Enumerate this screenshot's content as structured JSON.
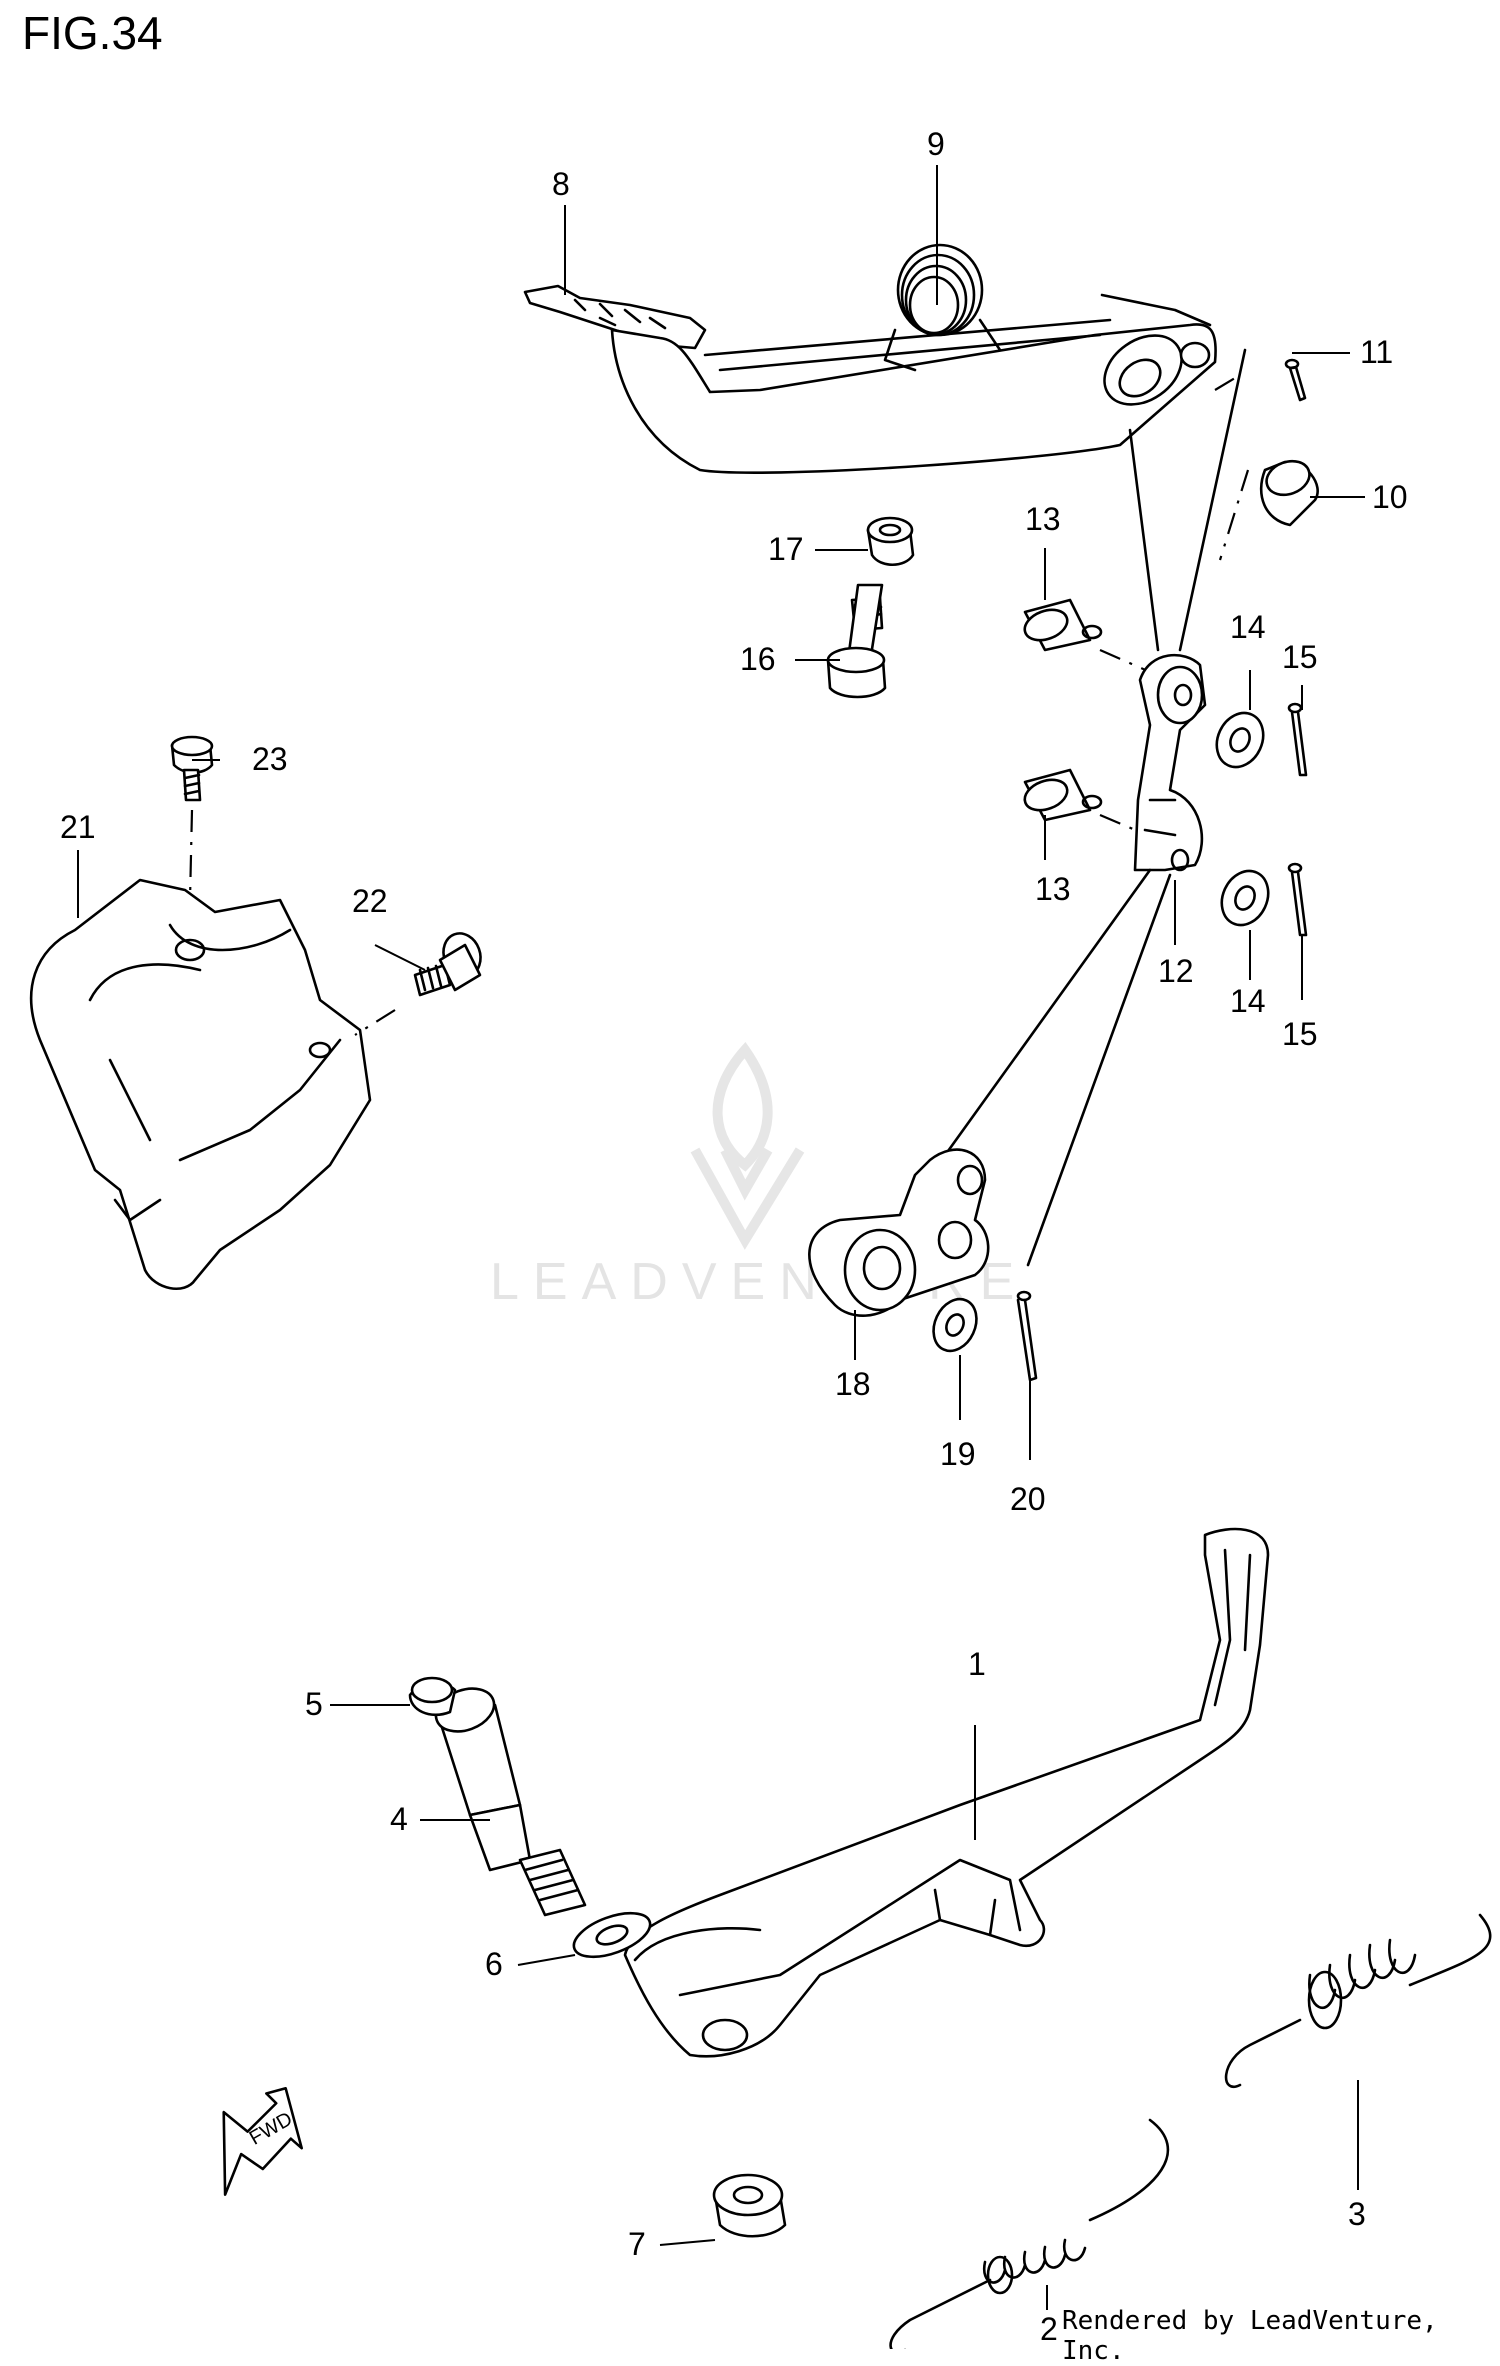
{
  "figure": {
    "title": "FIG.34",
    "credit": "Rendered by LeadVenture, Inc.",
    "watermark": "LEADVENTURE",
    "fwd_label": "FWD"
  },
  "callouts": [
    {
      "id": "1",
      "label": "1"
    },
    {
      "id": "2",
      "label": "2"
    },
    {
      "id": "3",
      "label": "3"
    },
    {
      "id": "4",
      "label": "4"
    },
    {
      "id": "5",
      "label": "5"
    },
    {
      "id": "6",
      "label": "6"
    },
    {
      "id": "7",
      "label": "7"
    },
    {
      "id": "8",
      "label": "8"
    },
    {
      "id": "9",
      "label": "9"
    },
    {
      "id": "10",
      "label": "10"
    },
    {
      "id": "11",
      "label": "11"
    },
    {
      "id": "12",
      "label": "12"
    },
    {
      "id": "13a",
      "label": "13"
    },
    {
      "id": "13b",
      "label": "13"
    },
    {
      "id": "14a",
      "label": "14"
    },
    {
      "id": "14b",
      "label": "14"
    },
    {
      "id": "15a",
      "label": "15"
    },
    {
      "id": "15b",
      "label": "15"
    },
    {
      "id": "16",
      "label": "16"
    },
    {
      "id": "17",
      "label": "17"
    },
    {
      "id": "18",
      "label": "18"
    },
    {
      "id": "19",
      "label": "19"
    },
    {
      "id": "20",
      "label": "20"
    },
    {
      "id": "21",
      "label": "21"
    },
    {
      "id": "22",
      "label": "22"
    },
    {
      "id": "23",
      "label": "23"
    }
  ],
  "colors": {
    "line": "#000000",
    "watermark": "#e4e4e4",
    "background": "#ffffff"
  }
}
